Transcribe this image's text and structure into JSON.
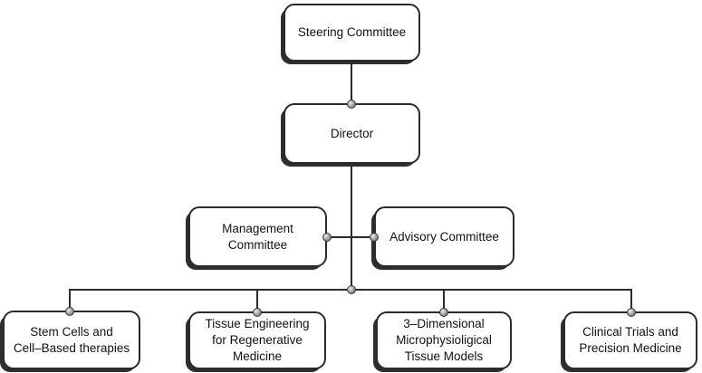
{
  "diagram": {
    "type": "org-chart",
    "colors": {
      "background": "#ffffff",
      "node_fill": "#ffffff",
      "border": "#2b2b2b",
      "shadow": "#2e2e2e",
      "connector": "#2b2b2b",
      "dot": "#9a9a9a",
      "text": "#111111"
    },
    "nodes": {
      "steering": {
        "label": "Steering Committee"
      },
      "director": {
        "label": "Director"
      },
      "management": {
        "label": "Management\nCommittee"
      },
      "advisory": {
        "label": "Advisory Committee"
      },
      "stem_cells": {
        "label": "Stem Cells and\nCell–Based therapies"
      },
      "tissue_engineering": {
        "label": "Tissue Engineering\nfor Regenerative\nMedicine"
      },
      "microphysiological": {
        "label": "3–Dimensional\nMicrophysioligical\nTissue Models"
      },
      "clinical_trials": {
        "label": "Clinical Trials and\nPrecision Medicine"
      }
    },
    "edges": [
      "steering-director",
      "director-junction",
      "management-advisory",
      "junction-stem_cells",
      "junction-tissue_engineering",
      "junction-microphysiological",
      "junction-clinical_trials"
    ]
  }
}
